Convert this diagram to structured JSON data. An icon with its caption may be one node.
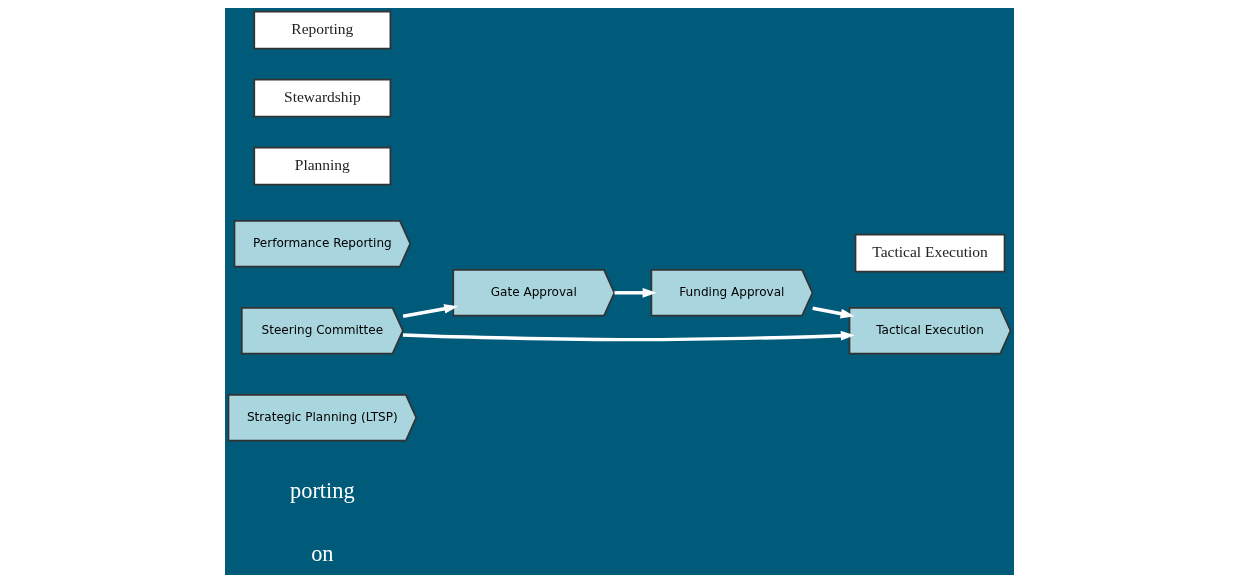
{
  "diagram": {
    "nodes": [
      {
        "text": [
          "Strategic Planning (LTSP)"
        ]
      },
      {
        "text": [
          "Steering Committee"
        ]
      },
      {
        "text": [
          "Gate Approval"
        ]
      },
      {
        "text": [
          "Funding Approval"
        ]
      },
      {
        "text": [
          "Tactical Execution"
        ]
      },
      {
        "text": [
          "Performance Reporting"
        ]
      },
      {
        "text": [
          "Planning"
        ]
      },
      {
        "text": [
          "Stewardship"
        ]
      },
      {
        "text": [
          "Tactical Execution"
        ]
      },
      {
        "text": [
          "Reporting"
        ]
      }
    ],
    "edges": [
      {
        "from": 1,
        "to": 2,
        "arrow": "to"
      },
      {
        "from": 2,
        "to": 3,
        "arrow": "to"
      },
      {
        "from": 3,
        "to": 4,
        "arrow": "to"
      },
      {
        "from": 1,
        "to": 4,
        "arrow": "to"
      }
    ],
    "labels": [
      "on",
      "porting"
    ]
  }
}
